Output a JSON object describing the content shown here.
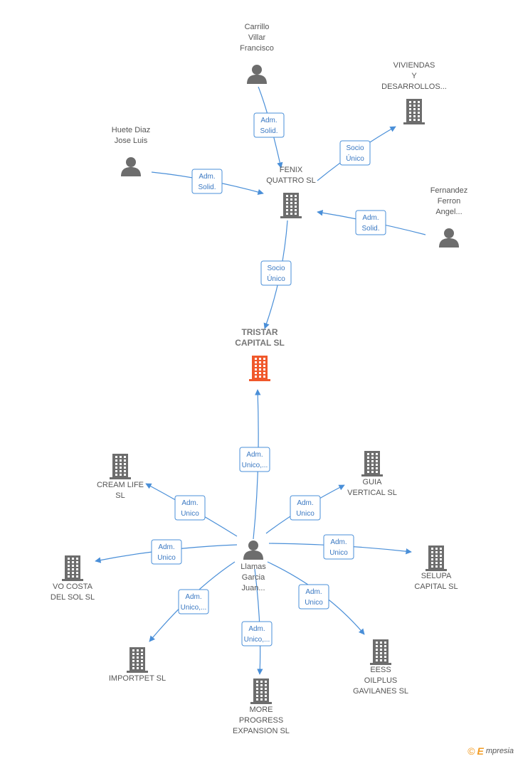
{
  "nodes": [
    {
      "id": "tristar",
      "kind": "company",
      "main": true,
      "label": [
        "TRISTAR",
        "CAPITAL SL"
      ]
    },
    {
      "id": "fenix",
      "kind": "company",
      "label": [
        "FENIX",
        "QUATTRO SL"
      ]
    },
    {
      "id": "viviendas",
      "kind": "company",
      "label": [
        "VIVIENDAS",
        "Y",
        "DESARROLLOS..."
      ]
    },
    {
      "id": "carrillo",
      "kind": "person",
      "label": [
        "Carrillo",
        "Villar",
        "Francisco"
      ]
    },
    {
      "id": "huete",
      "kind": "person",
      "label": [
        "Huete Diaz",
        "Jose Luis"
      ]
    },
    {
      "id": "fernandez",
      "kind": "person",
      "label": [
        "Fernandez",
        "Ferron",
        "Angel..."
      ]
    },
    {
      "id": "llamas",
      "kind": "person",
      "label": [
        "Llamas",
        "Garcia",
        "Juan..."
      ]
    },
    {
      "id": "cream",
      "kind": "company",
      "label": [
        "CREAM LIFE",
        "SL"
      ]
    },
    {
      "id": "guia",
      "kind": "company",
      "label": [
        "GUIA",
        "VERTICAL SL"
      ]
    },
    {
      "id": "vocosta",
      "kind": "company",
      "label": [
        "VO COSTA",
        "DEL SOL SL"
      ]
    },
    {
      "id": "selupa",
      "kind": "company",
      "label": [
        "SELUPA",
        "CAPITAL SL"
      ]
    },
    {
      "id": "importpet",
      "kind": "company",
      "label": [
        "IMPORTPET SL"
      ]
    },
    {
      "id": "eess",
      "kind": "company",
      "label": [
        "EESS",
        "OILPLUS",
        "GAVILANES SL"
      ]
    },
    {
      "id": "more",
      "kind": "company",
      "label": [
        "MORE",
        "PROGRESS",
        "EXPANSION SL"
      ]
    }
  ],
  "edges": [
    {
      "from": "carrillo",
      "to": "fenix",
      "label": [
        "Adm.",
        "Solid."
      ]
    },
    {
      "from": "huete",
      "to": "fenix",
      "label": [
        "Adm.",
        "Solid."
      ]
    },
    {
      "from": "fernandez",
      "to": "fenix",
      "label": [
        "Adm.",
        "Solid."
      ]
    },
    {
      "from": "fenix",
      "to": "viviendas",
      "label": [
        "Socio",
        "Único"
      ]
    },
    {
      "from": "fenix",
      "to": "tristar",
      "label": [
        "Socio",
        "Único"
      ]
    },
    {
      "from": "llamas",
      "to": "tristar",
      "label": [
        "Adm.",
        "Unico,..."
      ]
    },
    {
      "from": "llamas",
      "to": "cream",
      "label": [
        "Adm.",
        "Unico"
      ]
    },
    {
      "from": "llamas",
      "to": "guia",
      "label": [
        "Adm.",
        "Unico"
      ]
    },
    {
      "from": "llamas",
      "to": "vocosta",
      "label": [
        "Adm.",
        "Unico"
      ]
    },
    {
      "from": "llamas",
      "to": "selupa",
      "label": [
        "Adm.",
        "Unico"
      ]
    },
    {
      "from": "llamas",
      "to": "importpet",
      "label": [
        "Adm.",
        "Unico,..."
      ]
    },
    {
      "from": "llamas",
      "to": "eess",
      "label": [
        "Adm.",
        "Unico"
      ]
    },
    {
      "from": "llamas",
      "to": "more",
      "label": [
        "Adm.",
        "Unico,..."
      ]
    }
  ],
  "footer": {
    "copyright": "©",
    "brand_initial": "E",
    "brand_rest": "mpresia"
  },
  "colors": {
    "edge": "#4a8fd8",
    "node": "#6d6d6d",
    "main_node": "#f0582b"
  }
}
